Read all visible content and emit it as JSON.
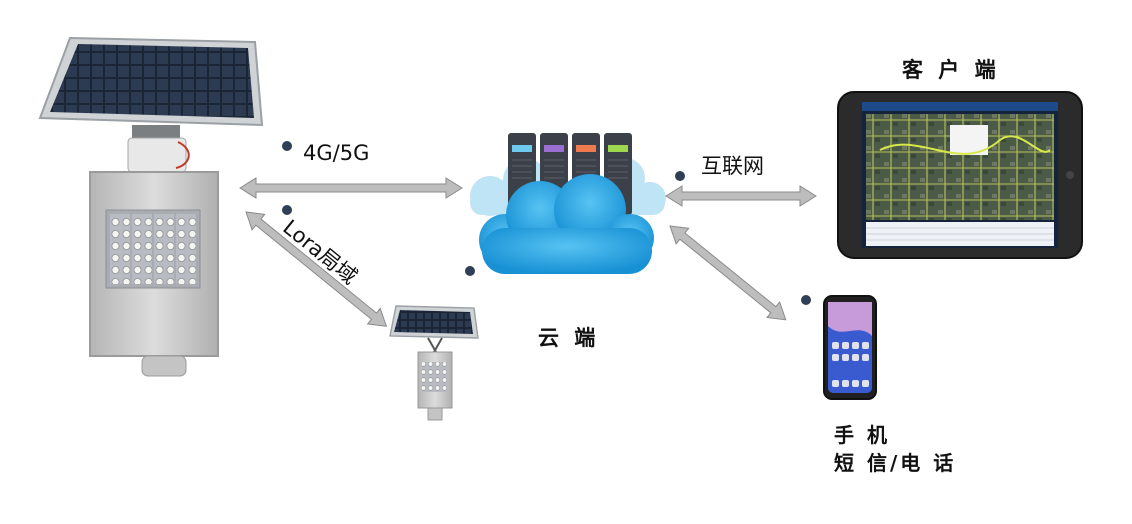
{
  "labels": {
    "link_4g5g": "4G/5G",
    "link_lora": "Lora局域",
    "link_internet": "互联网",
    "cloud": "云 端",
    "client": "客 户 端",
    "phone_line1": "手 机",
    "phone_line2": "短 信/电 话"
  },
  "icons": {
    "main_light": "solar-street-light-icon",
    "small_light": "small-solar-light-icon",
    "cloud": "cloud-server-icon",
    "tablet": "tablet-map-icon",
    "phone": "smartphone-icon"
  },
  "colors": {
    "arrow": "#bdbdbd",
    "arrow_stroke": "#8a8a8a",
    "dot": "#2f3f55",
    "cloud": "#29a7e4",
    "panel": "#1e2a3a",
    "light_body": "#c9c9c9"
  }
}
